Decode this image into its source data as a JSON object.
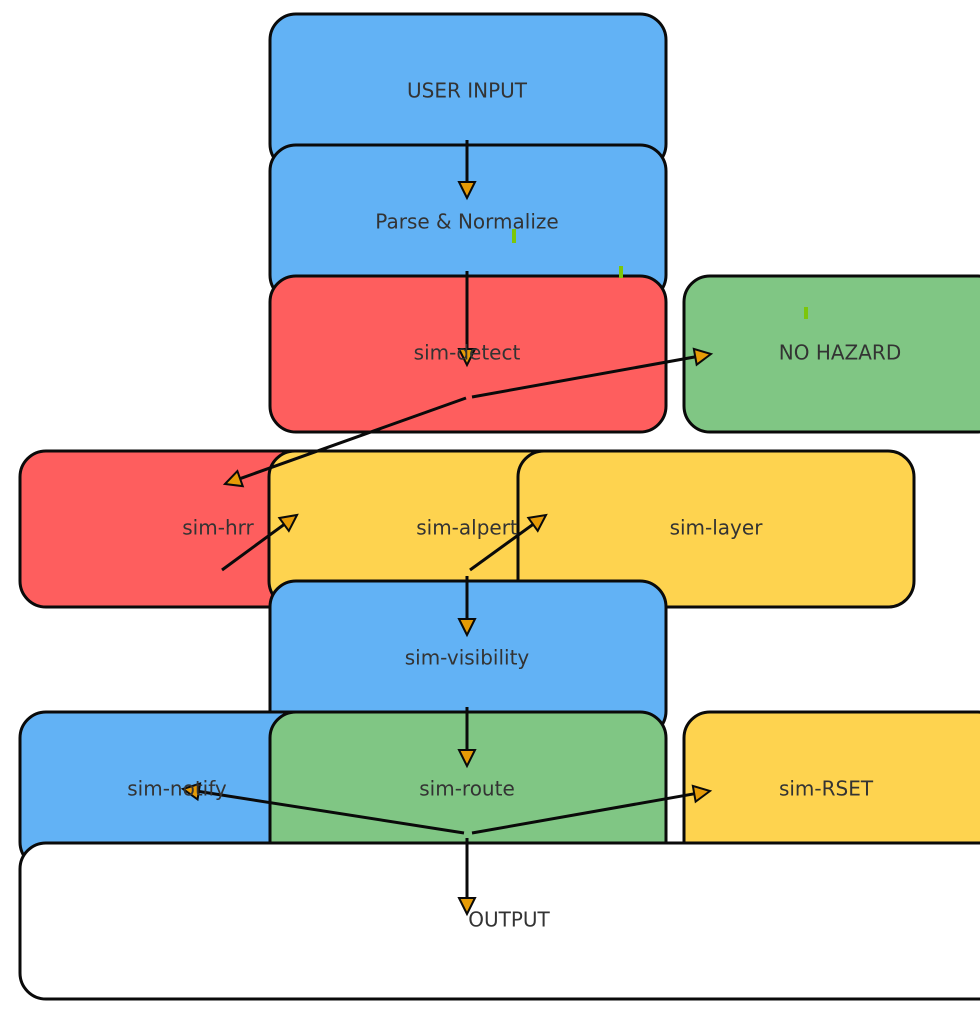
{
  "diagram": {
    "colors": {
      "blue": "#62b2f5",
      "red": "#fe5e5e",
      "green": "#80c684",
      "yellow": "#fed34f",
      "white": "#ffffff",
      "stroke": "#0a0a0a",
      "text": "#333333",
      "arrowhead": "#e69b06",
      "mark": "#7cc60a"
    },
    "nodes": [
      {
        "id": "user-input",
        "label": "USER INPUT",
        "color": "blue"
      },
      {
        "id": "parse-normalize",
        "label": "Parse & Normalize",
        "color": "blue"
      },
      {
        "id": "sim-detect",
        "label": "sim-detect",
        "color": "red"
      },
      {
        "id": "no-hazard",
        "label": "NO HAZARD",
        "color": "green"
      },
      {
        "id": "sim-hrr",
        "label": "sim-hrr",
        "color": "red"
      },
      {
        "id": "sim-alpert",
        "label": "sim-alpert",
        "color": "yellow"
      },
      {
        "id": "sim-layer",
        "label": "sim-layer",
        "color": "yellow"
      },
      {
        "id": "sim-visibility",
        "label": "sim-visibility",
        "color": "blue"
      },
      {
        "id": "sim-notify",
        "label": "sim-notify",
        "color": "blue"
      },
      {
        "id": "sim-route",
        "label": "sim-route",
        "color": "green"
      },
      {
        "id": "sim-rset",
        "label": "sim-RSET",
        "color": "yellow"
      },
      {
        "id": "output",
        "label": "OUTPUT",
        "color": "white"
      }
    ],
    "edges": [
      {
        "from": "user-input",
        "to": "parse-normalize"
      },
      {
        "from": "parse-normalize",
        "to": "sim-detect"
      },
      {
        "from": "sim-detect",
        "to": "no-hazard"
      },
      {
        "from": "sim-detect",
        "to": "sim-hrr"
      },
      {
        "from": "sim-hrr",
        "to": "sim-alpert"
      },
      {
        "from": "sim-alpert",
        "to": "sim-layer"
      },
      {
        "from": "sim-layer",
        "to": "sim-visibility"
      },
      {
        "from": "sim-visibility",
        "to": "sim-route"
      },
      {
        "from": "sim-route",
        "to": "sim-notify"
      },
      {
        "from": "sim-route",
        "to": "sim-rset"
      },
      {
        "from": "sim-route",
        "to": "output"
      }
    ]
  }
}
